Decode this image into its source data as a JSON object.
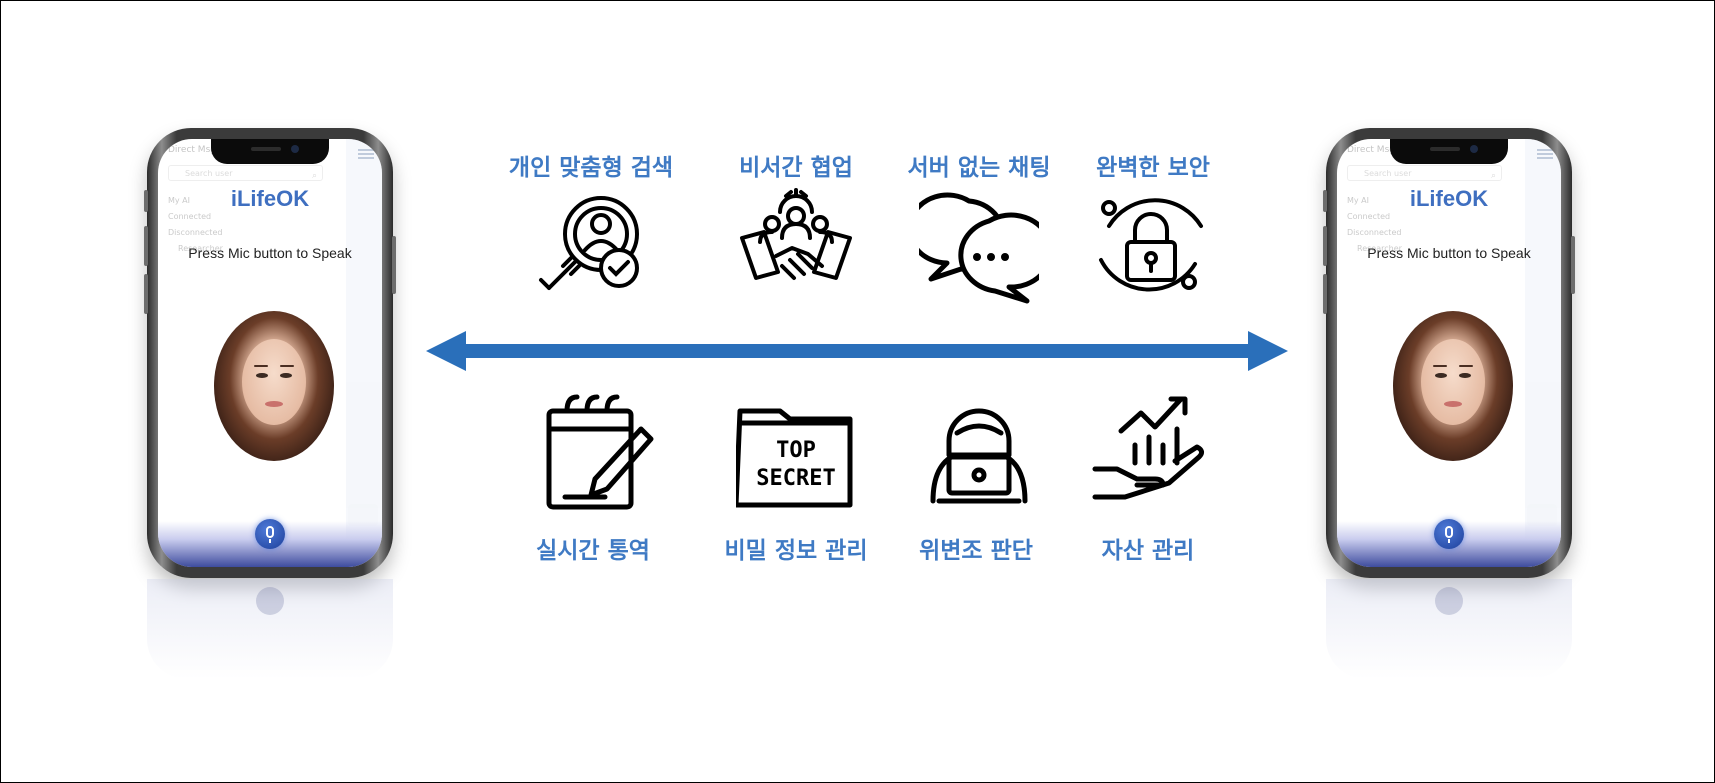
{
  "phones": [
    {
      "app_title": "iLifeOK",
      "mic_hint": "Press Mic button to Speak",
      "ghost": {
        "title": "Direct Msg",
        "search_placeholder": "Search user",
        "list": [
          "My AI",
          "Connected",
          "Disconnected",
          "Researcher"
        ]
      }
    },
    {
      "app_title": "iLifeOK",
      "mic_hint": "Press Mic button to Speak",
      "ghost": {
        "title": "Direct Msg",
        "search_placeholder": "Search user",
        "list": [
          "My AI",
          "Connected",
          "Disconnected",
          "Researcher"
        ]
      }
    }
  ],
  "features_top": [
    {
      "label": "개인 맞춤형 검색",
      "icon": "search-person-check-icon"
    },
    {
      "label": "비서간 협업",
      "icon": "handshake-team-icon"
    },
    {
      "label": "서버 없는 채팅",
      "icon": "chat-bubbles-icon"
    },
    {
      "label": "완벽한 보안",
      "icon": "padlock-icon"
    }
  ],
  "features_bottom": [
    {
      "label": "실시간 통역",
      "icon": "notepad-pencil-icon"
    },
    {
      "label": "비밀 정보 관리",
      "icon": "top-secret-folder-icon"
    },
    {
      "label": "위변조 판단",
      "icon": "hacker-laptop-icon"
    },
    {
      "label": "자산 관리",
      "icon": "growth-chart-hand-icon"
    }
  ],
  "secret_text": {
    "line1": "TOP",
    "line2": "SECRET"
  },
  "colors": {
    "accent": "#3f7ac4",
    "arrow": "#2a6fba",
    "title": "#3f6fc0"
  }
}
